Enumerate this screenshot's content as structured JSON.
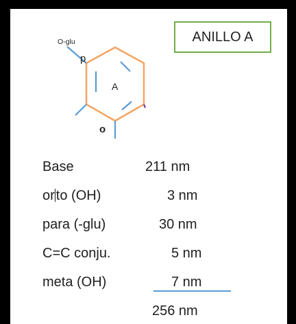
{
  "label_box": {
    "text": "ANILLO A"
  },
  "molecule": {
    "substituent_top": "O-glu",
    "position_para": "p",
    "ring_label": "A",
    "position_orto": "o",
    "colors": {
      "ring": "#f4a460",
      "bonds": "#5b9bd5",
      "text": "#222222"
    }
  },
  "calc": {
    "rows": [
      {
        "name": "Base",
        "value": "211 nm"
      },
      {
        "name_a": "or",
        "name_b": "to (OH)",
        "value": "3 nm"
      },
      {
        "name": "para (-glu)",
        "value": "30 nm"
      },
      {
        "name": "C=C conju.",
        "value": "5 nm"
      },
      {
        "name": "meta (OH)",
        "value": "7 nm"
      }
    ],
    "total": "256 nm"
  }
}
